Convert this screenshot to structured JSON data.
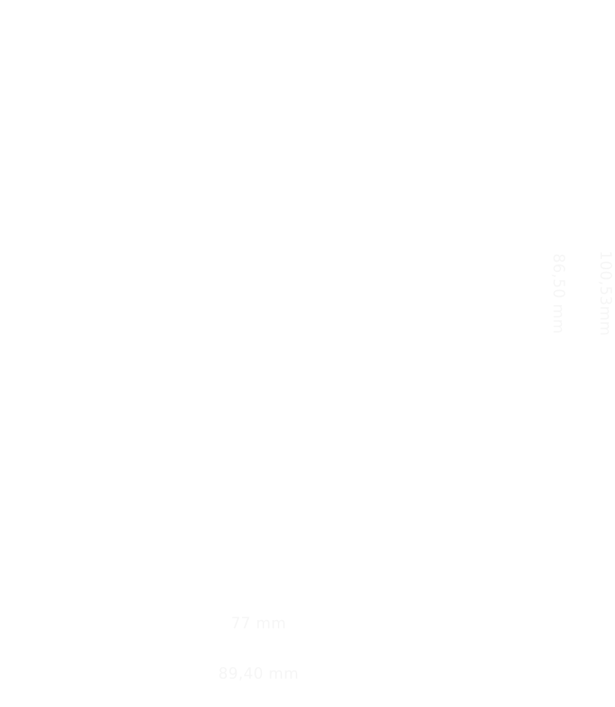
{
  "dimensions": {
    "width_inner": "77 mm",
    "width_outer": "89,40 mm",
    "height_inner": "86,50 mm",
    "height_outer": "100,53mm"
  },
  "colors": {
    "background": "#ffffff",
    "label": "#f6f6f6"
  }
}
